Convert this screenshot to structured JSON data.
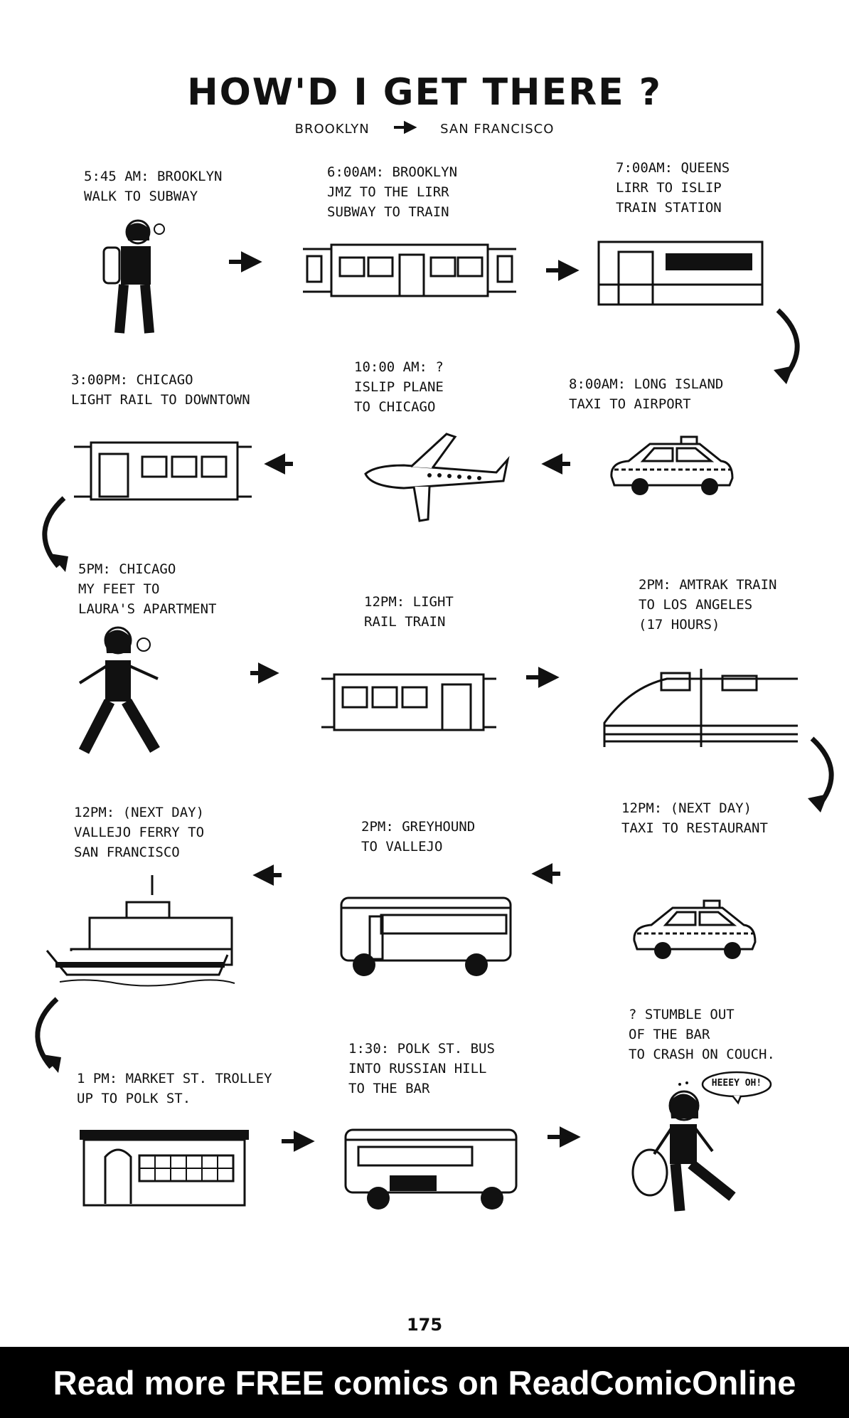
{
  "title": "HOW'D I GET THERE ?",
  "route": {
    "from": "BROOKLYN",
    "to": "SAN FRANCISCO"
  },
  "steps": [
    {
      "time": "5:45 AM: BROOKLYN",
      "desc": "WALK TO SUBWAY"
    },
    {
      "time": "6:00AM: BROOKLYN",
      "desc": "JMZ TO THE LIRR\nSUBWAY TO TRAIN"
    },
    {
      "time": "7:00AM: QUEENS",
      "desc": "LIRR TO ISLIP\nTRAIN STATION"
    },
    {
      "time": "8:00AM: LONG ISLAND",
      "desc": "TAXI TO AIRPORT"
    },
    {
      "time": "10:00 AM: ?",
      "desc": "ISLIP PLANE\nTO CHICAGO"
    },
    {
      "time": "3:00PM: CHICAGO",
      "desc": "LIGHT RAIL TO DOWNTOWN"
    },
    {
      "time": "5pm: CHICAGO",
      "desc": "MY FEET TO\nLAURA'S APARTMENT"
    },
    {
      "time": "12PM: LIGHT",
      "desc": "RAIL TRAIN"
    },
    {
      "time": "2PM: AMTRAK TRAIN",
      "desc": "TO LOS ANGELES\n(17 HOURS)"
    },
    {
      "time": "12PM: (NEXT DAY)",
      "desc": "TAXI TO RESTAURANT"
    },
    {
      "time": "2PM: GREYHOUND",
      "desc": "TO VALLEJO"
    },
    {
      "time": "12PM: (NEXT DAY)",
      "desc": "VALLEJO FERRY TO\nSAN FRANCISCO"
    },
    {
      "time": "1 PM: MARKET ST. TROLLEY",
      "desc": "UP TO POLK ST."
    },
    {
      "time": "1:30: POLK ST. BUS",
      "desc": "INTO RUSSIAN HILL\nTO THE BAR"
    },
    {
      "time": "? STUMBLE OUT",
      "desc": "OF THE BAR\nTO CRASH ON COUCH."
    }
  ],
  "speech_bubble": "HEEEY OH!",
  "page_number": "175",
  "footer": "Read more FREE comics on ReadComicOnline"
}
